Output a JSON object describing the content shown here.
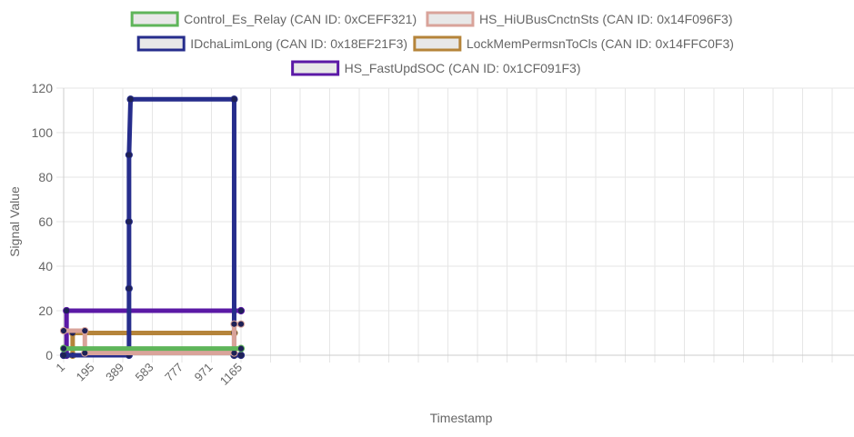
{
  "chart_data": {
    "type": "line",
    "title": "",
    "xlabel": "Timestamp",
    "ylabel": "Signal Value",
    "ylim": [
      0,
      120
    ],
    "y_ticks": [
      0,
      20,
      40,
      60,
      80,
      100,
      120
    ],
    "x_tick_labels": [
      "1",
      "195",
      "389",
      "583",
      "777",
      "971",
      "1165"
    ],
    "grid": true,
    "legend_placement": "top",
    "series": [
      {
        "name": "Control_Es_Relay (CAN ID: 0xCEFF321)",
        "color": "#5fb55a",
        "points": [
          {
            "x": 1,
            "y": 3
          },
          {
            "x": 1165,
            "y": 3
          }
        ]
      },
      {
        "name": "HS_HiUBusCnctnSts (CAN ID: 0x14F096F3)",
        "color": "#d9a39a",
        "points": [
          {
            "x": 1,
            "y": 11
          },
          {
            "x": 140,
            "y": 11
          },
          {
            "x": 140,
            "y": 1
          },
          {
            "x": 1120,
            "y": 1
          },
          {
            "x": 1120,
            "y": 14
          },
          {
            "x": 1165,
            "y": 14
          }
        ]
      },
      {
        "name": "IDchaLimLong (CAN ID: 0x18EF21F3)",
        "color": "#262d8c",
        "points": [
          {
            "x": 1,
            "y": 0
          },
          {
            "x": 430,
            "y": 0
          },
          {
            "x": 430,
            "y": 30
          },
          {
            "x": 430,
            "y": 60
          },
          {
            "x": 430,
            "y": 90
          },
          {
            "x": 440,
            "y": 115
          },
          {
            "x": 1120,
            "y": 115
          },
          {
            "x": 1120,
            "y": 0
          },
          {
            "x": 1165,
            "y": 0
          }
        ]
      },
      {
        "name": "LockMemPermsnToCls (CAN ID: 0x14FFC0F3)",
        "color": "#b5843a",
        "points": [
          {
            "x": 1,
            "y": 0
          },
          {
            "x": 60,
            "y": 0
          },
          {
            "x": 60,
            "y": 10
          },
          {
            "x": 1120,
            "y": 10
          },
          {
            "x": 1120,
            "y": 0
          },
          {
            "x": 1165,
            "y": 0
          }
        ]
      },
      {
        "name": "HS_FastUpdSOC (CAN ID: 0x1CF091F3)",
        "color": "#5b19a6",
        "points": [
          {
            "x": 1,
            "y": 0
          },
          {
            "x": 20,
            "y": 0
          },
          {
            "x": 20,
            "y": 20
          },
          {
            "x": 1165,
            "y": 20
          }
        ]
      }
    ]
  }
}
